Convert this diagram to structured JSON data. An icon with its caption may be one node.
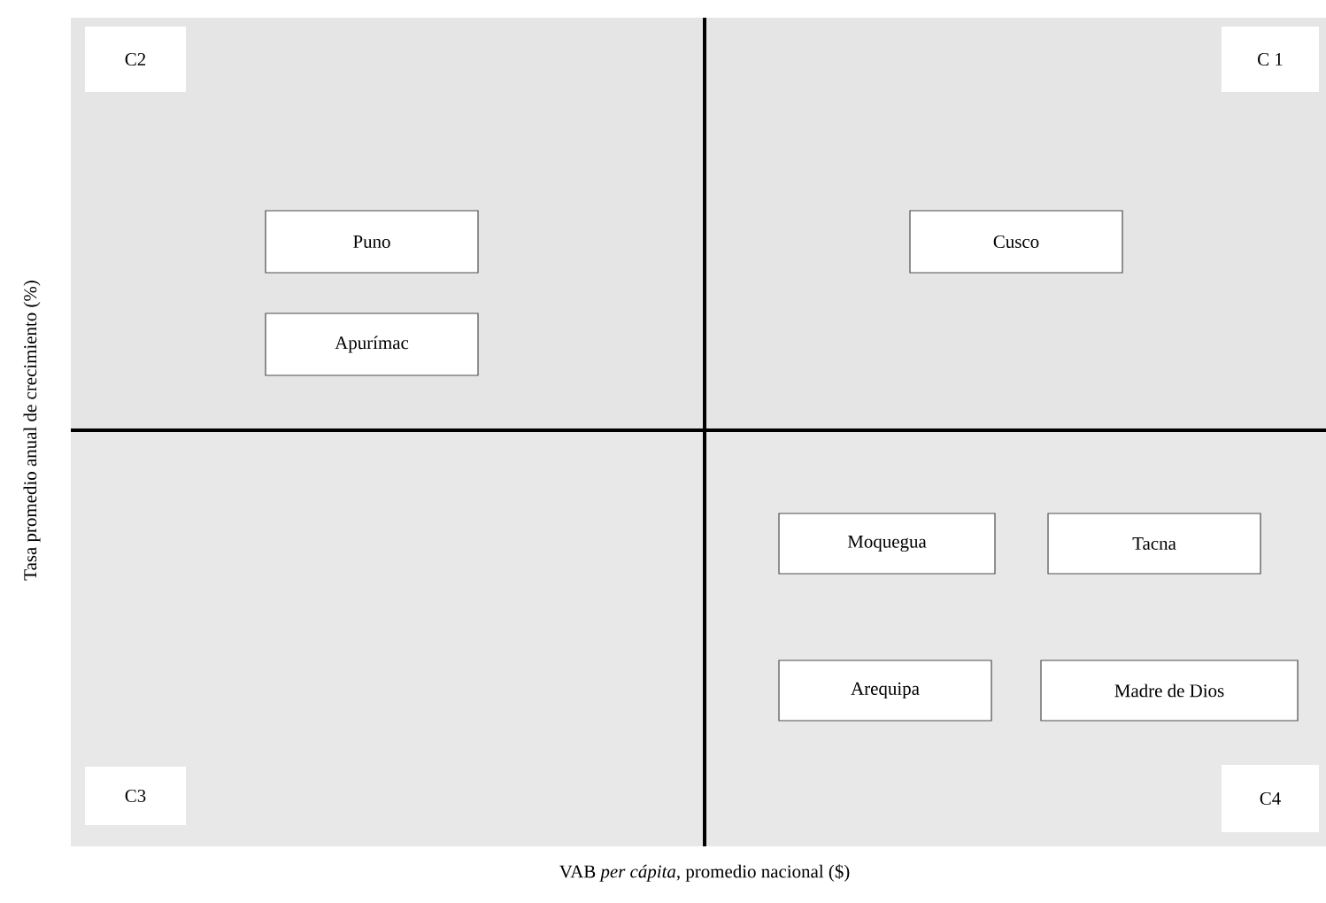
{
  "diagram": {
    "nodes": [
      {
        "text": [],
        "shape": "box"
      },
      {
        "text": [],
        "shape": "box"
      },
      {
        "text": [],
        "shape": "box"
      },
      {
        "text": [],
        "shape": "box"
      },
      {
        "text": [
          "C2"
        ],
        "in": 0
      },
      {
        "text": [
          "Puno"
        ],
        "in": 0
      },
      {
        "text": [
          "Apurímac"
        ],
        "in": 0
      },
      {
        "text": [
          "C 1"
        ],
        "in": 1
      },
      {
        "text": [
          "Cusco"
        ],
        "in": 1
      },
      {
        "text": [
          "C3"
        ],
        "in": 2
      },
      {
        "text": [
          "Moquegua"
        ],
        "in": 3
      },
      {
        "text": [
          "Tacna"
        ],
        "in": 3
      },
      {
        "text": [
          "Arequipa"
        ],
        "in": 3
      },
      {
        "text": [
          "Madre de Dios"
        ],
        "in": 3
      },
      {
        "text": [
          "C4"
        ],
        "in": 3
      }
    ],
    "edges": [],
    "labels": [
      "Tasa promedio anual de crecimiento (%)",
      "VAB *per cápita*, promedio nacional ($)"
    ]
  }
}
